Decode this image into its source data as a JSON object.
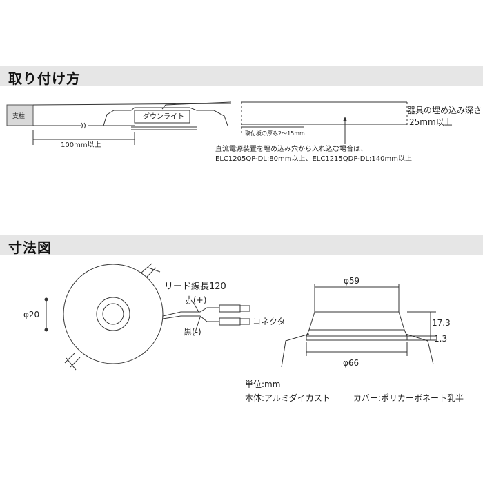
{
  "sections": {
    "install_title": "取り付け方",
    "dims_title": "寸法図"
  },
  "install": {
    "support_label": "支柱",
    "downlight_label": "ダウンライト",
    "clearance_label": "100mm以上",
    "board_thickness": "取付板の厚み2〜15mm",
    "embed_depth_line1": "器具の埋め込み深さ",
    "embed_depth_line2": "25mm以上",
    "note_line1": "直流電源装置を埋め込み穴から入れ込む場合は、",
    "note_line2": "ELC1205QP-DL:80mm以上、ELC1215QDP-DL:140mm以上"
  },
  "dims": {
    "lead_length": "リード線長120",
    "red_wire": "赤(+)",
    "black_wire": "黒(-)",
    "connector": "コネクタ",
    "dia_small": "φ20",
    "dia_top": "φ59",
    "dia_bottom": "φ66",
    "height": "17.3",
    "flange": "1.3",
    "unit": "単位:mm",
    "body_material": "本体:アルミダイカスト",
    "cover_material": "カバー:ポリカーボネート乳半"
  },
  "colors": {
    "band_bg": "#e6e6e6",
    "line": "#333333"
  }
}
